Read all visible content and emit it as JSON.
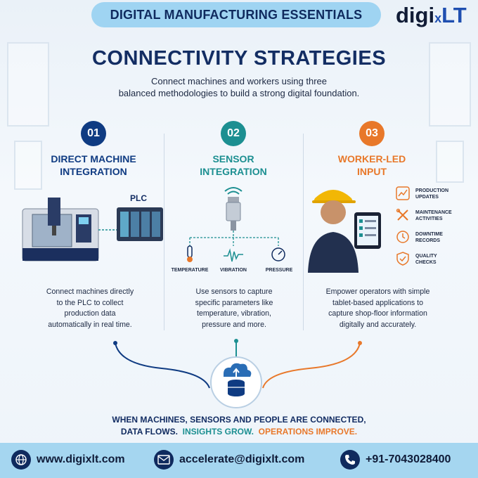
{
  "header": {
    "banner": "DIGITAL MANUFACTURING ESSENTIALS",
    "logo_main": "digi",
    "logo_accent": "LT",
    "logo_small": "x"
  },
  "title": "CONNECTIVITY STRATEGIES",
  "subtitle_line1": "Connect machines and workers using three",
  "subtitle_line2": "balanced methodologies to build a strong digital foundation.",
  "columns": [
    {
      "number": "01",
      "title_line1": "DIRECT MACHINE",
      "title_line2": "INTEGRATION",
      "color": "#0f3b82",
      "plc_label": "PLC",
      "text_lines": [
        "Connect machines directly",
        "to the PLC to collect",
        "production data",
        "automatically in real time."
      ]
    },
    {
      "number": "02",
      "title_line1": "SENSOR",
      "title_line2": "INTEGRATION",
      "color": "#1c8f91",
      "sensors": [
        "TEMPERATURE",
        "VIBRATION",
        "PRESSURE"
      ],
      "text_lines": [
        "Use sensors to capture",
        "specific parameters like",
        "temperature, vibration,",
        "pressure and more."
      ]
    },
    {
      "number": "03",
      "title_line1": "WORKER-LED",
      "title_line2": "INPUT",
      "color": "#e8782a",
      "tasks": [
        {
          "line1": "PRODUCTION",
          "line2": "UPDATES",
          "icon": "chart-icon"
        },
        {
          "line1": "MAINTENANCE",
          "line2": "ACTIVITIES",
          "icon": "tools-icon"
        },
        {
          "line1": "DOWNTIME",
          "line2": "RECORDS",
          "icon": "clock-icon"
        },
        {
          "line1": "QUALITY",
          "line2": "CHECKS",
          "icon": "shield-check-icon"
        }
      ],
      "text_lines": [
        "Empower operators with simple",
        "tablet-based applications to",
        "capture shop-floor information",
        "digitally and accurately."
      ]
    }
  ],
  "bottom": {
    "line1": "WHEN MACHINES, SENSORS AND PEOPLE ARE CONNECTED,",
    "part1": "DATA FLOWS.",
    "part2": "INSIGHTS GROW.",
    "part3": "OPERATIONS IMPROVE."
  },
  "footer": {
    "website": "www.digixlt.com",
    "email": "accelerate@digixlt.com",
    "phone": "+91-7043028400"
  },
  "colors": {
    "navy": "#0f2a5e",
    "teal": "#1c8f91",
    "orange": "#e8782a",
    "banner": "#9fd4f2"
  }
}
